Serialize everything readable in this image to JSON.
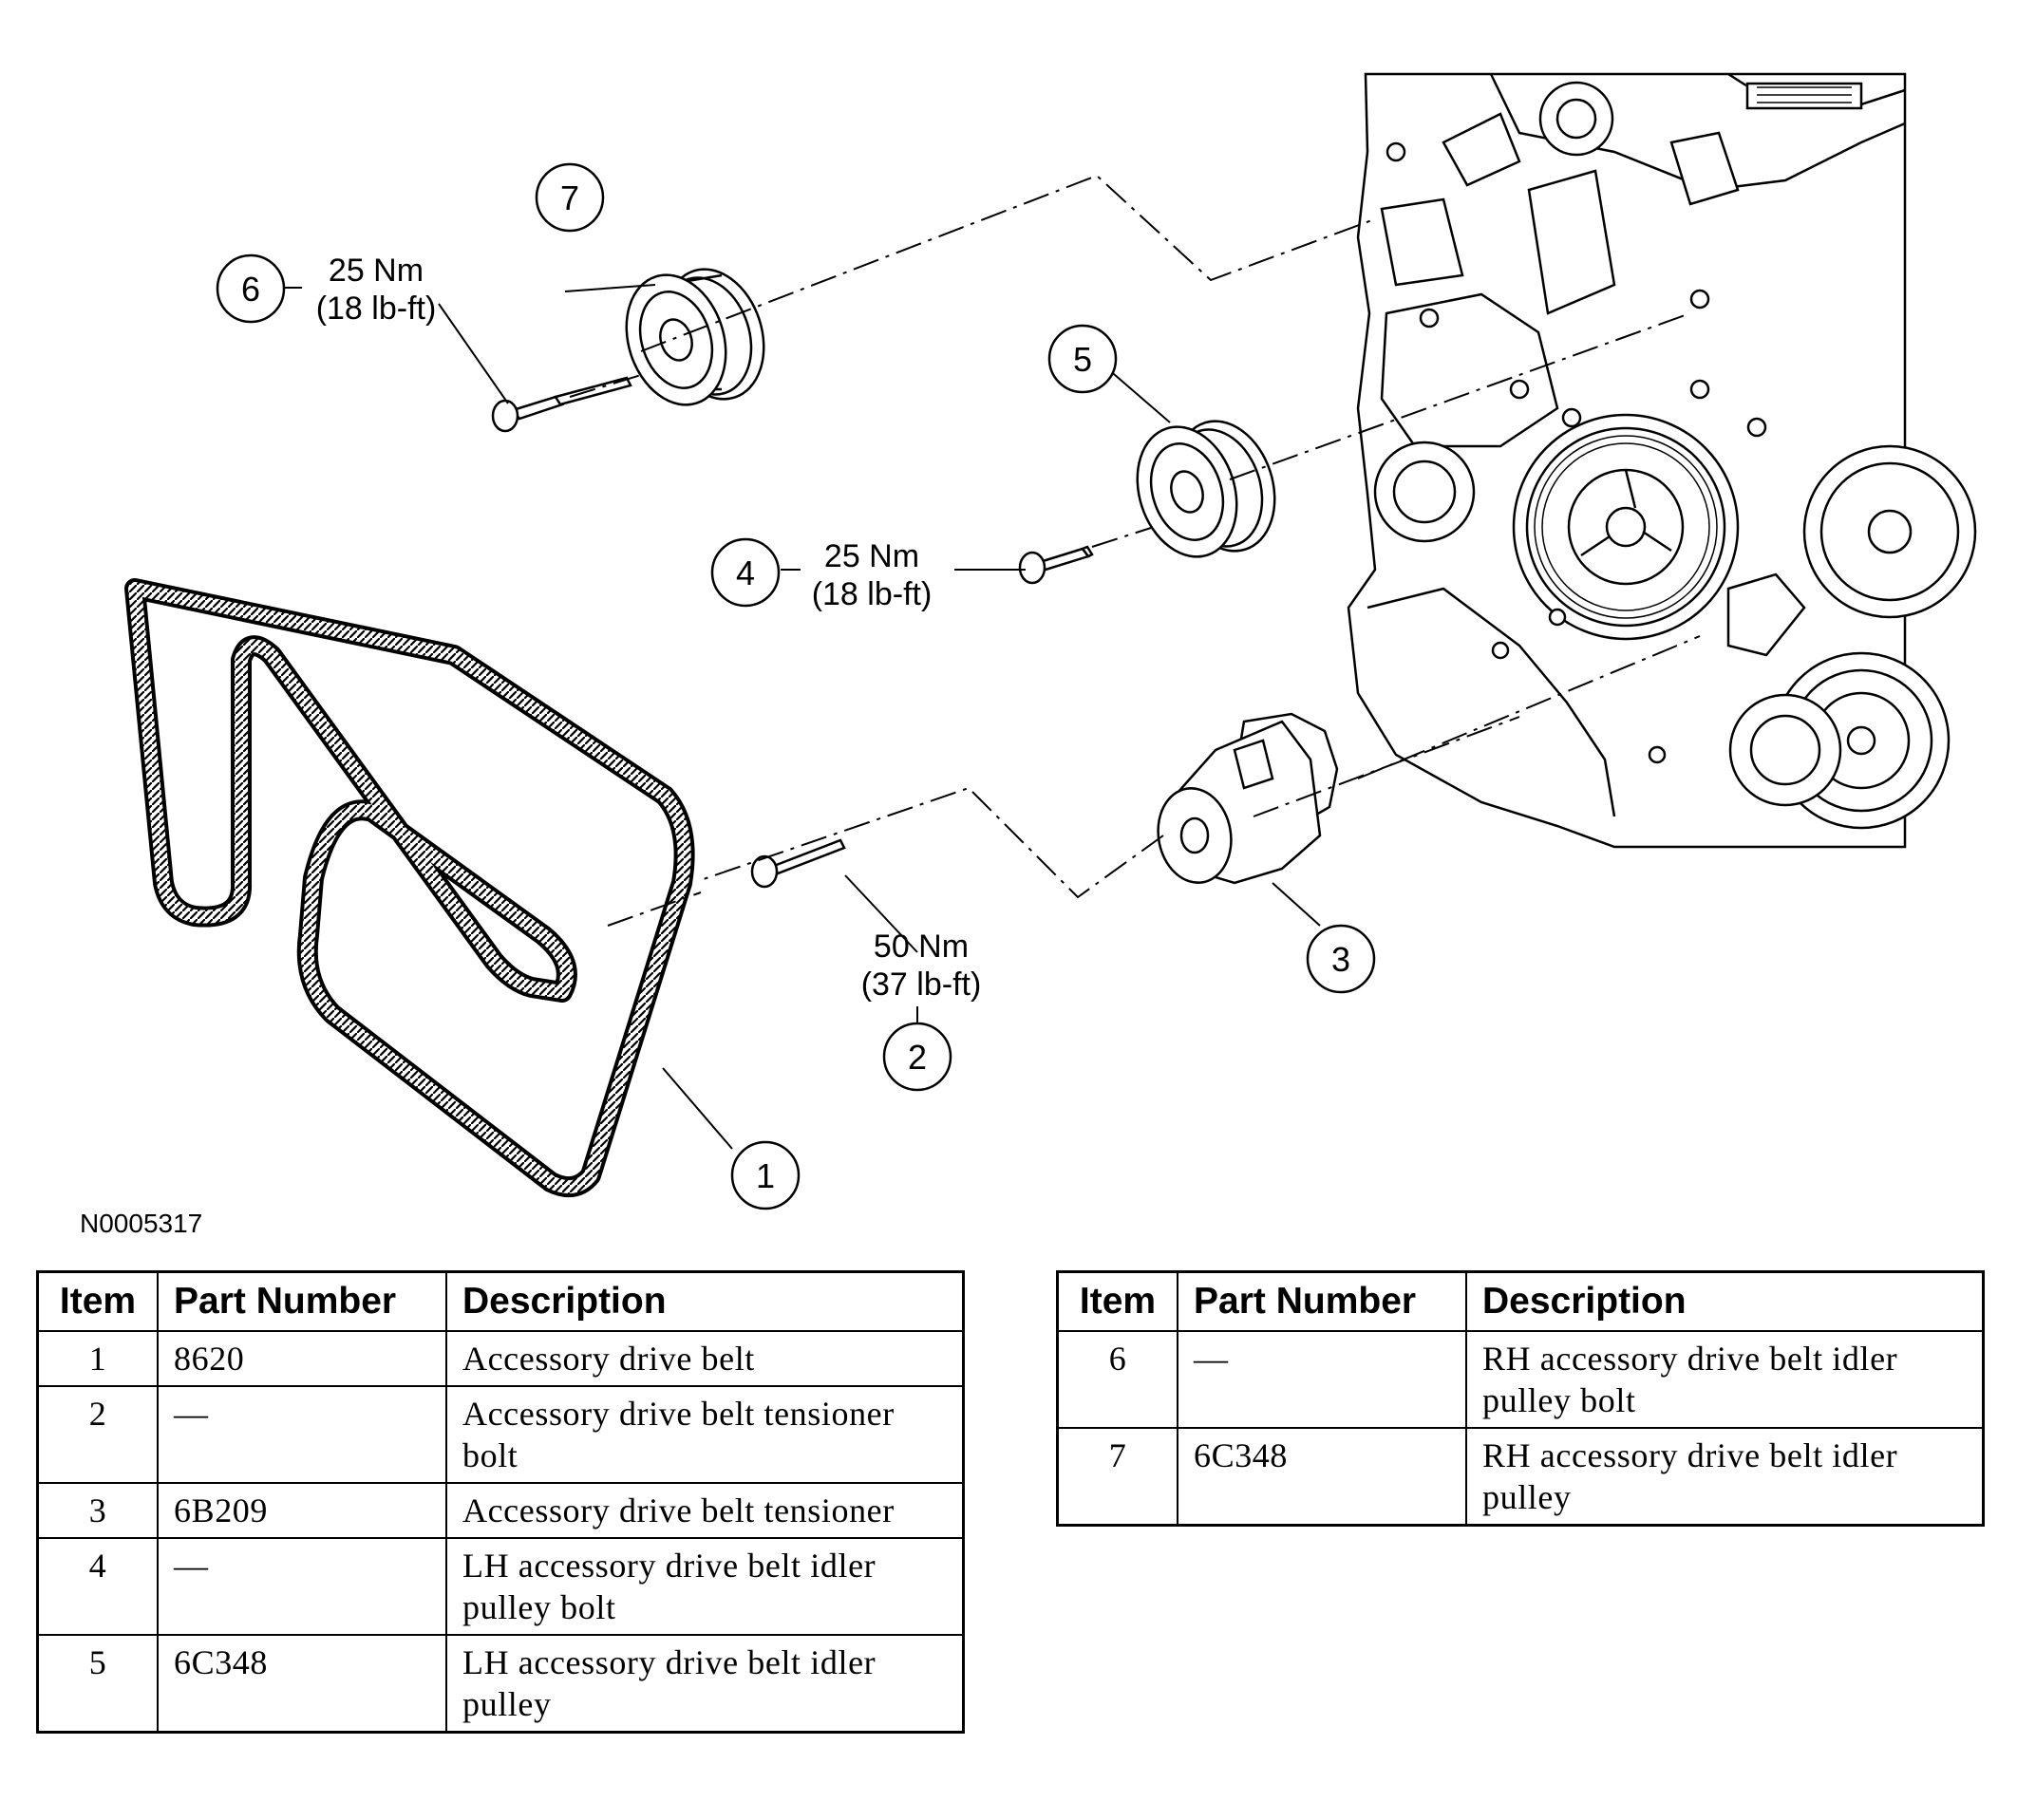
{
  "figure_code": "N0005317",
  "callouts": [
    {
      "number": "1"
    },
    {
      "number": "2",
      "torque_nm": "50 Nm",
      "torque_lbft": "(37 lb-ft)"
    },
    {
      "number": "3"
    },
    {
      "number": "4",
      "torque_nm": "25 Nm",
      "torque_lbft": "(18 lb-ft)"
    },
    {
      "number": "5"
    },
    {
      "number": "6",
      "torque_nm": "25 Nm",
      "torque_lbft": "(18 lb-ft)"
    },
    {
      "number": "7"
    }
  ],
  "table_headers": {
    "item": "Item",
    "part_number": "Part Number",
    "description": "Description"
  },
  "left_table": [
    {
      "item": "1",
      "part_number": "8620",
      "description": "Accessory drive belt"
    },
    {
      "item": "2",
      "part_number": "—",
      "description": "Accessory drive belt tensioner bolt"
    },
    {
      "item": "3",
      "part_number": "6B209",
      "description": "Accessory drive belt tensioner"
    },
    {
      "item": "4",
      "part_number": "—",
      "description": "LH accessory drive belt idler pulley bolt"
    },
    {
      "item": "5",
      "part_number": "6C348",
      "description": "LH accessory drive belt idler pulley"
    }
  ],
  "right_table": [
    {
      "item": "6",
      "part_number": "—",
      "description": "RH accessory drive belt idler pulley bolt"
    },
    {
      "item": "7",
      "part_number": "6C348",
      "description": "RH accessory drive belt idler pulley"
    }
  ]
}
